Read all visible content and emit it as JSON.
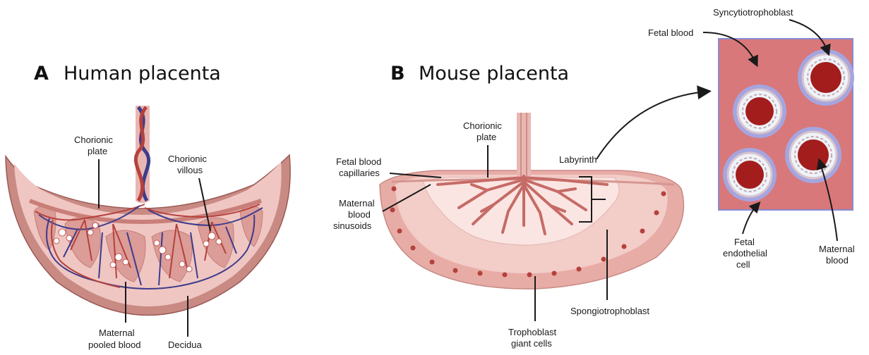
{
  "panel_a": {
    "letter": "A",
    "title": "Human placenta",
    "labels": {
      "chorionic_plate_1": "Chorionic",
      "chorionic_plate_2": "plate",
      "chorionic_villous_1": "Chorionic",
      "chorionic_villous_2": "villous",
      "maternal_pooled_1": "Maternal",
      "maternal_pooled_2": "pooled blood",
      "decidua": "Decidua"
    }
  },
  "panel_b": {
    "letter": "B",
    "title": "Mouse placenta",
    "labels": {
      "chorionic_plate_1": "Chorionic",
      "chorionic_plate_2": "plate",
      "fetal_capillaries_1": "Fetal blood",
      "fetal_capillaries_2": "capillaries",
      "maternal_sinusoids_1": "Maternal",
      "maternal_sinusoids_2": "blood",
      "maternal_sinusoids_3": "sinusoids",
      "labyrinth": "Labyrinth",
      "spongiotrophoblast": "Spongiotrophoblast",
      "trophoblast_giant_1": "Trophoblast",
      "trophoblast_giant_2": "giant cells"
    }
  },
  "inset": {
    "labels": {
      "syncytiotrophoblast": "Syncytiotrophoblast",
      "fetal_blood": "Fetal blood",
      "fetal_endothelial_1": "Fetal",
      "fetal_endothelial_2": "endothelial",
      "fetal_endothelial_3": "cell",
      "maternal_blood_1": "Maternal",
      "maternal_blood_2": "blood"
    }
  },
  "colors": {
    "tissue_light": "#f2c8c4",
    "tissue_mid": "#e8a9a3",
    "tissue_dark": "#d48c86",
    "artery_red": "#b5413d",
    "vein_blue": "#3c3c8c",
    "inset_bg": "#d8787a",
    "inset_border": "#8a8ad0",
    "maternal_blood": "#a31d1d"
  }
}
